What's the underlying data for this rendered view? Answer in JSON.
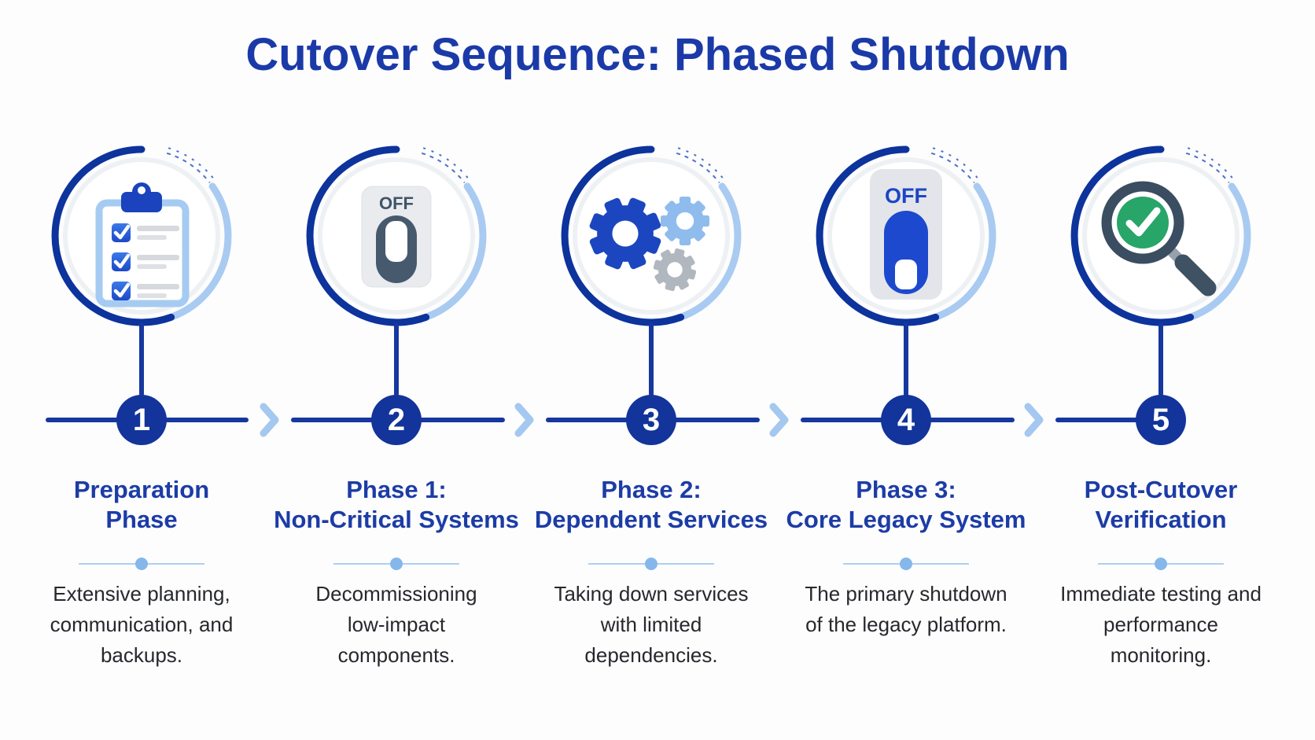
{
  "title": "Cutover Sequence: Phased Shutdown",
  "colors": {
    "title_blue": "#1b3aa8",
    "primary_blue": "#16379e",
    "badge_blue": "#12349b",
    "light_blue": "#a9cbf1",
    "gear_dark_blue": "#1c46c0",
    "gear_light_blue": "#8fbcec",
    "gear_gray": "#b1b7bf",
    "toggle_slate": "#47596d",
    "toggle_blue": "#1d49cf",
    "check_green": "#28a569",
    "desc_text": "#26282c"
  },
  "phases": [
    {
      "number": "1",
      "title_line1": "Preparation",
      "title_line2": "Phase",
      "description": "Extensive planning, communication, and backups.",
      "icon": "clipboard-checklist-icon"
    },
    {
      "number": "2",
      "title_line1": "Phase 1:",
      "title_line2": "Non-Critical Systems",
      "description": "Decommissioning low-impact components.",
      "icon": "toggle-switch-off-icon",
      "icon_label": "OFF"
    },
    {
      "number": "3",
      "title_line1": "Phase 2:",
      "title_line2": "Dependent Services",
      "description": "Taking down services with limited dependencies.",
      "icon": "gears-icon"
    },
    {
      "number": "4",
      "title_line1": "Phase 3:",
      "title_line2": "Core Legacy System",
      "description": "The primary shutdown of the legacy platform.",
      "icon": "power-switch-off-icon",
      "icon_label": "OFF"
    },
    {
      "number": "5",
      "title_line1": "Post-Cutover",
      "title_line2": "Verification",
      "description": "Immediate testing and performance monitoring.",
      "icon": "magnifier-check-icon"
    }
  ]
}
